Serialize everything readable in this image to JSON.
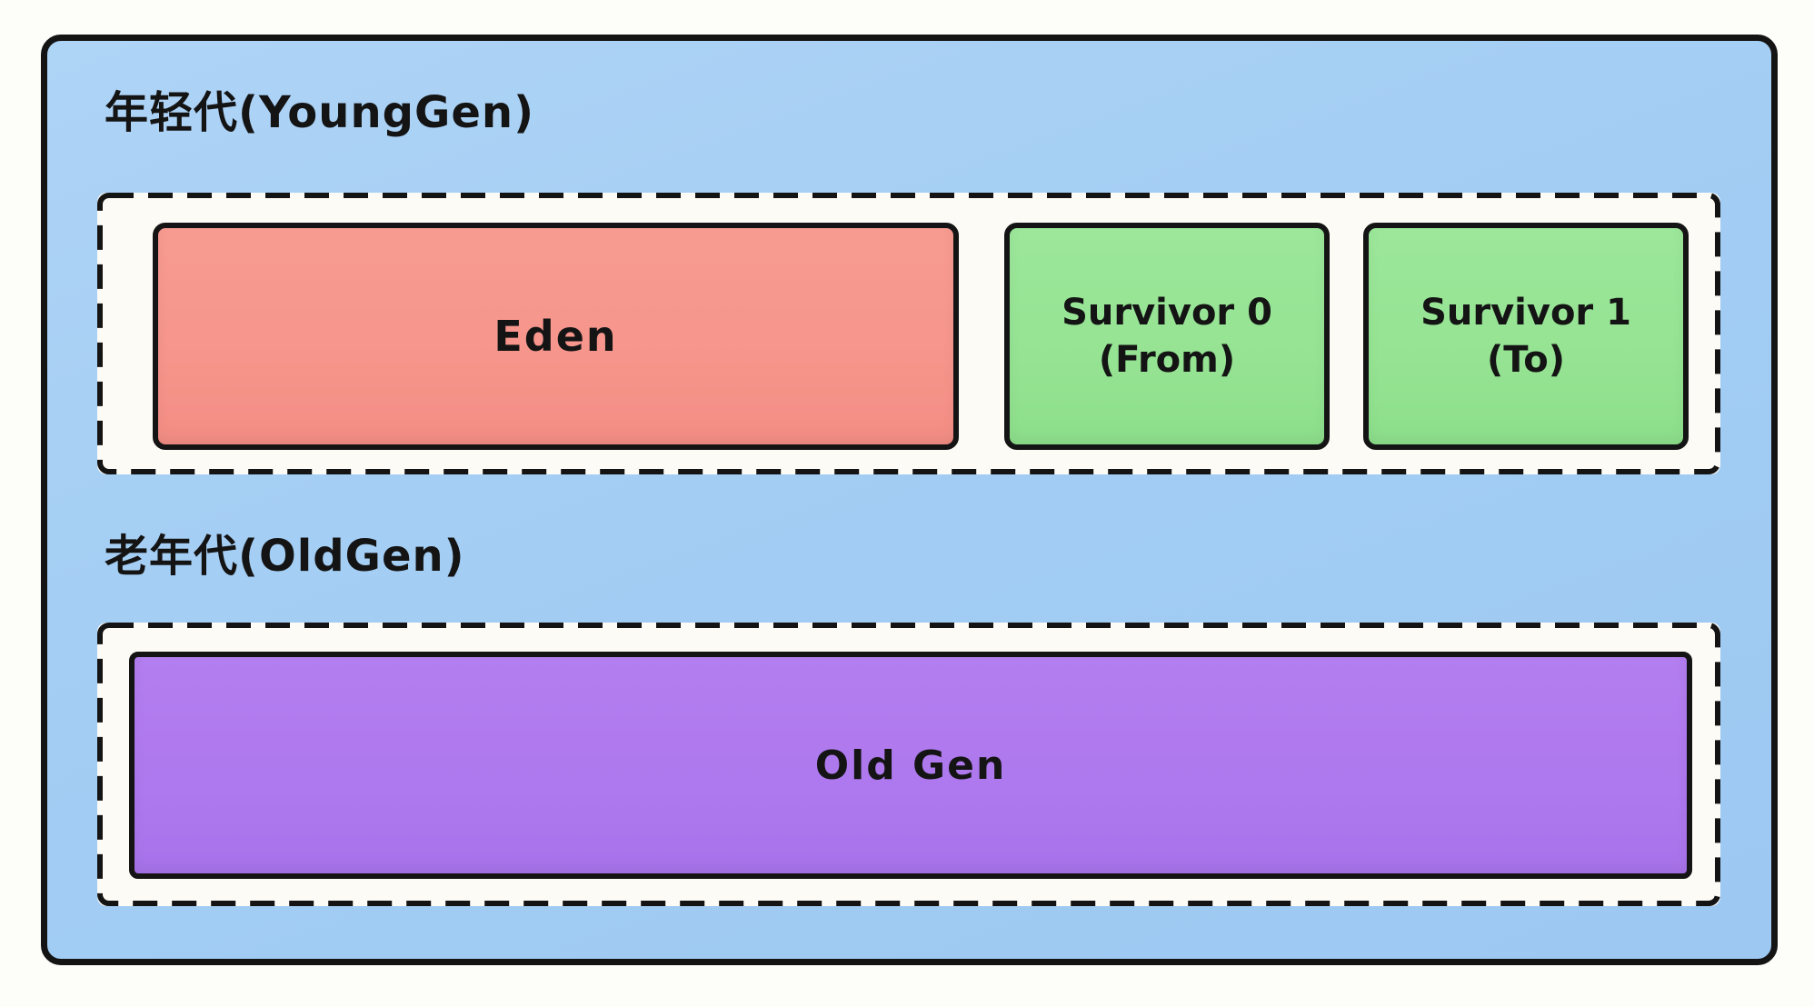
{
  "colors": {
    "page_bg": "#fdfdfa",
    "heap_fill": "#a3cdf3",
    "strip_fill": "#fdfbf6",
    "eden_fill": "#f6958b",
    "survivor_fill": "#95e393",
    "oldgen_fill": "#ae78ee",
    "border_color": "#141414"
  },
  "heap": {
    "young": {
      "label": "年轻代(YoungGen)",
      "regions": {
        "eden": {
          "label": "Eden"
        },
        "survivor0": {
          "line1": "Survivor 0",
          "line2": "(From)"
        },
        "survivor1": {
          "line1": "Survivor 1",
          "line2": "(To)"
        }
      }
    },
    "old": {
      "label": "老年代(OldGen)",
      "regions": {
        "oldgen": {
          "label": "Old Gen"
        }
      }
    }
  }
}
